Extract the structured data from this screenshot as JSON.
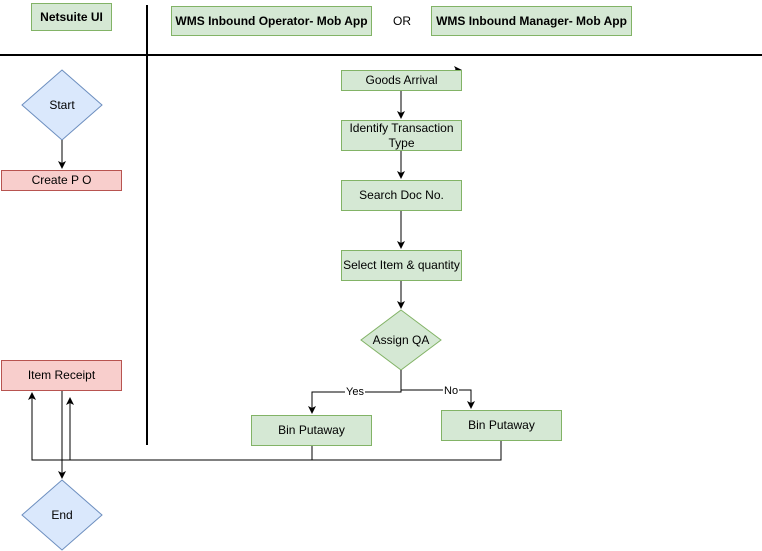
{
  "header": {
    "netsuite": "Netsuite UI",
    "operator": "WMS Inbound Operator- Mob App",
    "or": "OR",
    "manager": "WMS Inbound Manager- Mob App"
  },
  "left": {
    "start": "Start",
    "create_po": "Create P O",
    "item_receipt": "Item Receipt",
    "end": "End"
  },
  "flow": {
    "goods_arrival": "Goods Arrival",
    "identify": "Identify Transaction Type",
    "search_doc": "Search Doc No.",
    "select_item": "Select Item & quantity",
    "assign_qa": "Assign QA",
    "bin_putaway_yes": "Bin Putaway",
    "bin_putaway_no": "Bin Putaway",
    "yes": "Yes",
    "no": "No"
  },
  "colors": {
    "green_fill": "#d5e8d4",
    "green_stroke": "#82b366",
    "red_fill": "#f8cecc",
    "red_stroke": "#b85450",
    "blue_fill": "#dae8fc",
    "blue_stroke": "#6c8ebf"
  }
}
